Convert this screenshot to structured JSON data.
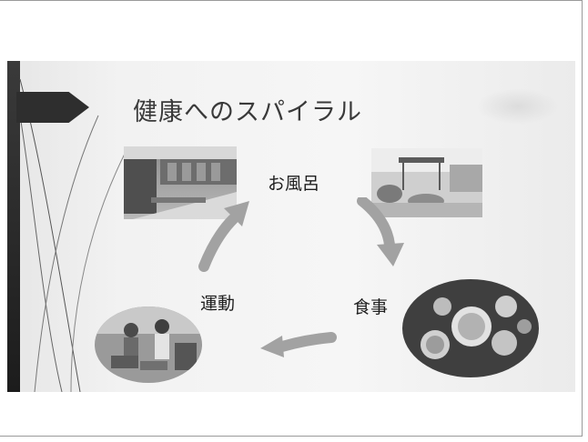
{
  "slide": {
    "title": "健康へのスパイラル",
    "steps": [
      {
        "label": "お風呂",
        "image": "bathhouse-photo"
      },
      {
        "label": "食事",
        "image": "meal-photo"
      },
      {
        "label": "運動",
        "image": "exercise-photo"
      }
    ],
    "outdoor_image": "outdoor-terrace-photo",
    "cycle_icons": [
      "curved-arrow-icon",
      "curved-arrow-icon",
      "curved-arrow-icon"
    ]
  }
}
